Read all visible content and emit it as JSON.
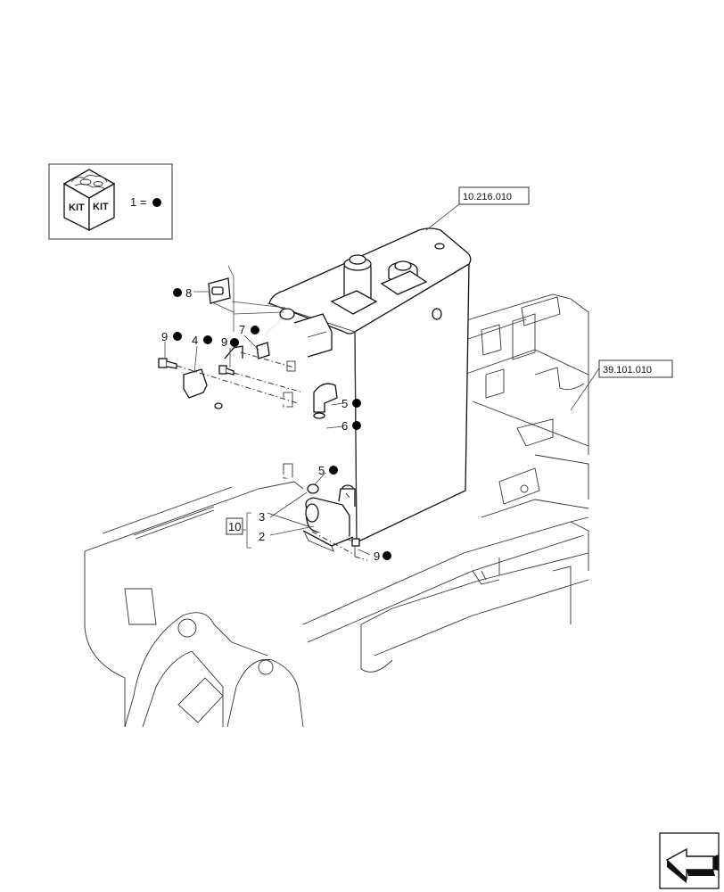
{
  "legend": {
    "kit_word_left": "KIT",
    "kit_word_right": "KIT",
    "equation": "1 ="
  },
  "refs": {
    "ref_upper": "10.216.010",
    "ref_right": "39.101.010"
  },
  "callouts": {
    "c8": "8",
    "c9a": "9",
    "c4": "4",
    "c9b": "9",
    "c7": "7",
    "c5a": "5",
    "c6": "6",
    "c5b": "5",
    "c3": "3",
    "c2": "2",
    "c10": "10",
    "c9c": "9"
  }
}
